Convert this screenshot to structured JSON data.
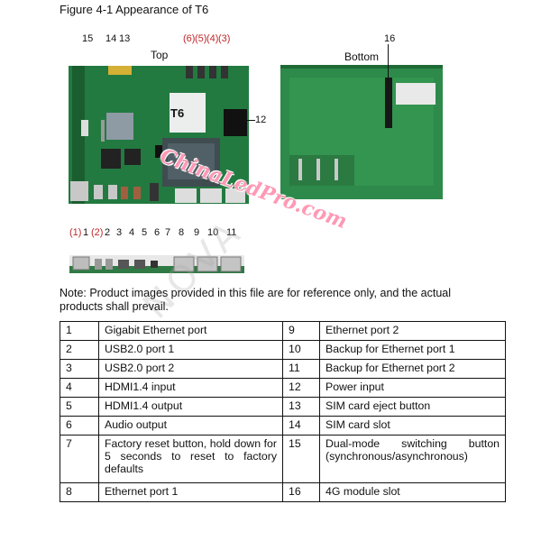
{
  "figure_title": "Figure 4-1 Appearance of T6",
  "views": {
    "top_label": "Top",
    "bottom_label": "Bottom"
  },
  "board_print": "T6",
  "top_callouts": [
    "15",
    "14",
    "13",
    "(6)",
    "(5)",
    "(4)",
    "(3)",
    "12",
    "16"
  ],
  "bottom_callouts": [
    "(1)",
    "1",
    "(2)",
    "2",
    "3",
    "4",
    "5",
    "6",
    "7",
    "8",
    "9",
    "10",
    "11"
  ],
  "note": "Note: Product images provided in this file are for reference only, and the actual products shall prevail.",
  "watermark": "ChinaLedPro.com",
  "table": {
    "rows": [
      {
        "n1": "1",
        "d1": "Gigabit Ethernet port",
        "n2": "9",
        "d2": "Ethernet port 2"
      },
      {
        "n1": "2",
        "d1": "USB2.0 port 1",
        "n2": "10",
        "d2": "Backup for Ethernet port 1"
      },
      {
        "n1": "3",
        "d1": "USB2.0 port 2",
        "n2": "11",
        "d2": "Backup for Ethernet port 2"
      },
      {
        "n1": "4",
        "d1": "HDMI1.4 input",
        "n2": "12",
        "d2": "Power input"
      },
      {
        "n1": "5",
        "d1": "HDMI1.4 output",
        "n2": "13",
        "d2": "SIM card eject button"
      },
      {
        "n1": "6",
        "d1": "Audio output",
        "n2": "14",
        "d2": "SIM card slot"
      },
      {
        "n1": "7",
        "d1": "Factory reset button, hold down for 5 seconds to reset to factory defaults",
        "n2": "15",
        "d2": "Dual-mode switching button (synchronous/asynchronous)"
      },
      {
        "n1": "8",
        "d1": "Ethernet port 1",
        "n2": "16",
        "d2": "4G module slot"
      }
    ]
  }
}
